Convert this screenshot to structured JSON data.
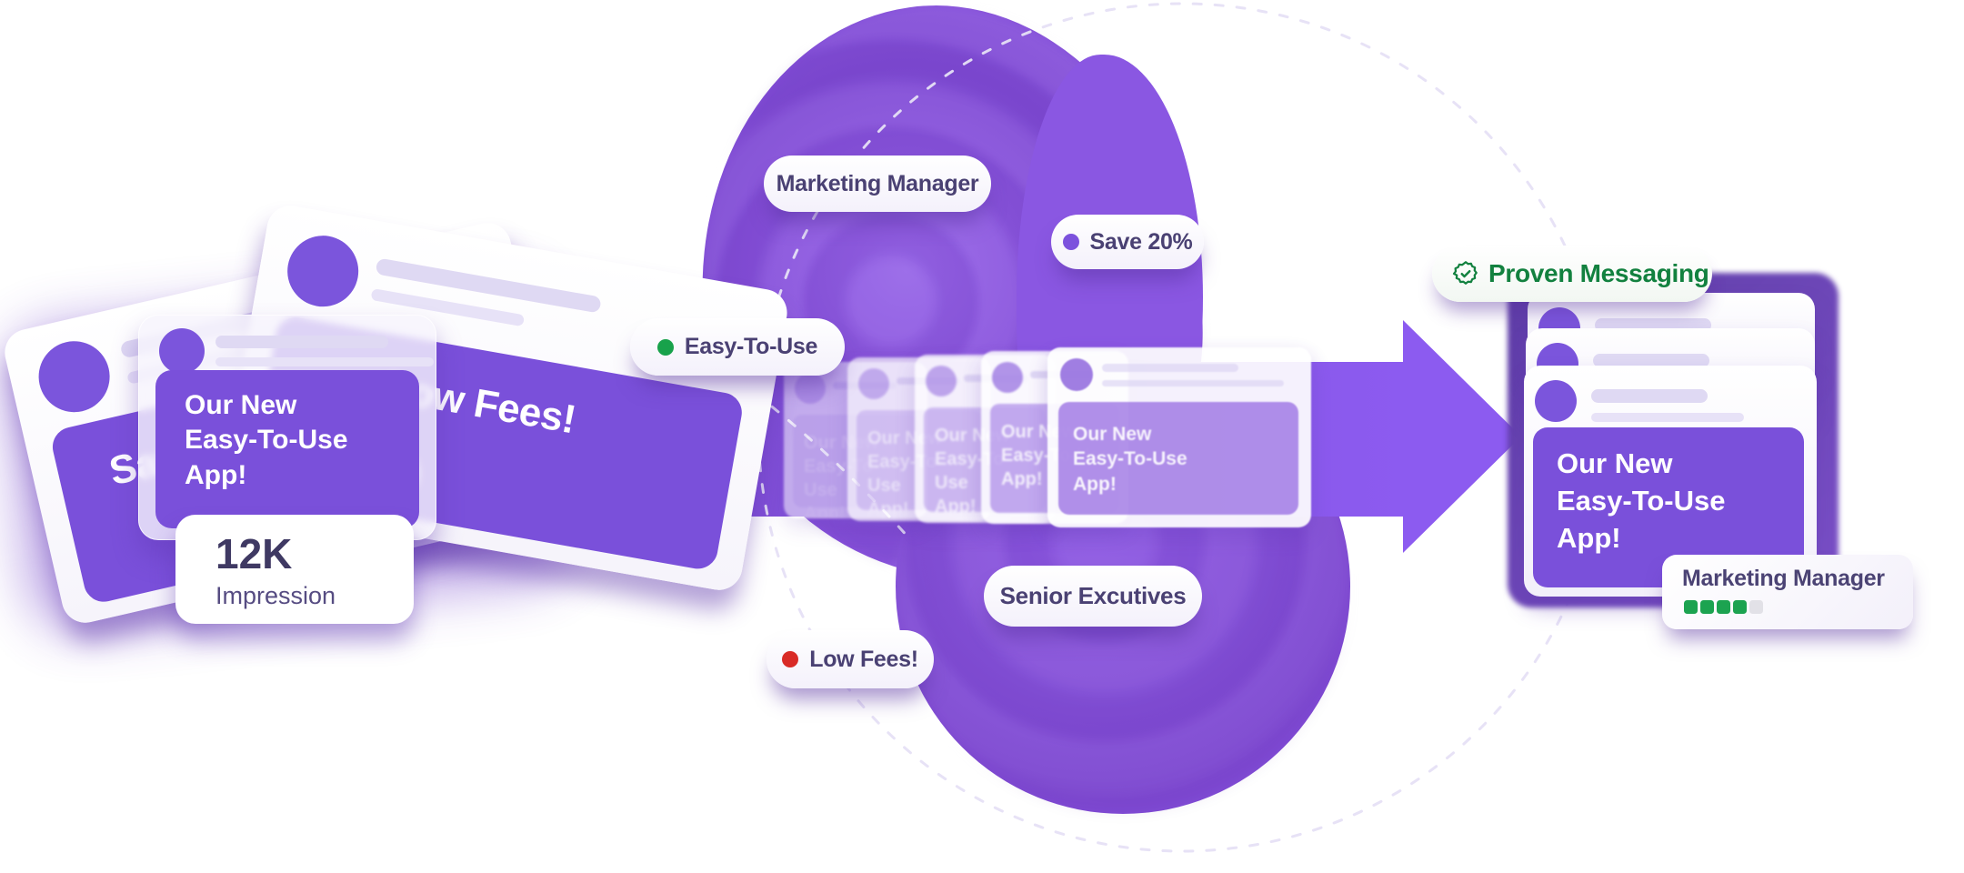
{
  "illustration": {
    "ad_headline": "Our New\nEasy-To-Use\nApp!",
    "left_stack": {
      "back_left_headline": "Save 20%",
      "back_right_headline": "Low Fees!",
      "stat_value": "12K",
      "stat_label": "Impression"
    },
    "pills": {
      "marketing_manager": "Marketing Manager",
      "save_20": "Save 20%",
      "easy_to_use": "Easy-To-Use",
      "low_fees": "Low Fees!",
      "senior_executives": "Senior Excutives"
    },
    "result": {
      "badge_label": "Proven Messaging",
      "winner_label": "Marketing Manager",
      "score_filled": 4,
      "score_total": 5
    },
    "colors": {
      "primary_purple": "#7B52DB",
      "blob_purple": "#8A55DF",
      "arrow_purple": "#8C5BF0",
      "text_dark_purple": "#4A4173",
      "dot_green": "#18A24B",
      "dot_red": "#D92B26",
      "dot_purple": "#7C52DD",
      "badge_green": "#12813F",
      "score_green": "#1CA350",
      "score_gray": "#E2E1E7"
    }
  }
}
